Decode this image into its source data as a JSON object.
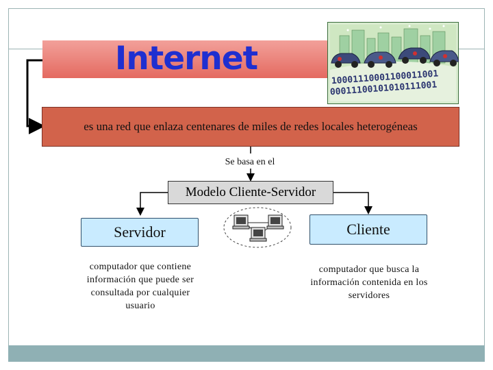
{
  "slide": {
    "title": "Internet",
    "definition": "es una red que enlaza centenares de miles de redes locales heterogéneas",
    "link_label": "Se basa en el",
    "model": "Modelo Cliente-Servidor",
    "server": {
      "label": "Servidor",
      "description": [
        "computador que contiene",
        "información que puede ser",
        "consultada por cualquier",
        "usuario"
      ]
    },
    "client": {
      "label": "Cliente",
      "description": [
        "computador que busca la",
        "información contenida en los",
        "servidores"
      ]
    }
  },
  "image": {
    "binary_lines": [
      "10001110001100011001",
      "00011100101010111001"
    ]
  },
  "colors": {
    "title_text": "#1f2fd0",
    "definition_box": "#d2634b",
    "node_box": "#c9ebff",
    "footer_bar": "#8fb0b4"
  }
}
